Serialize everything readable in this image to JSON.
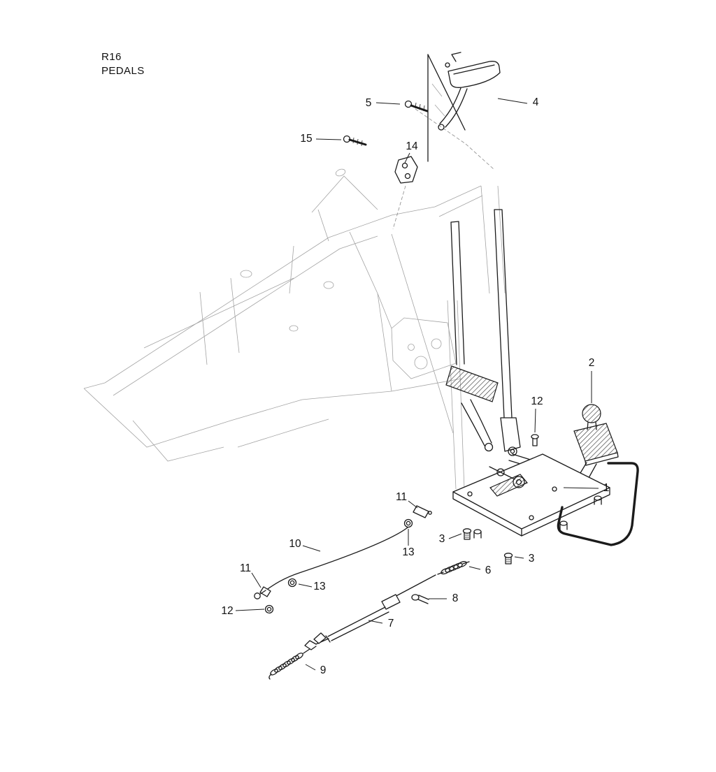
{
  "header": {
    "model": "R16",
    "title": "PEDALS"
  },
  "callouts": [
    {
      "label": "5"
    },
    {
      "label": "4"
    },
    {
      "label": "15"
    },
    {
      "label": "14"
    },
    {
      "label": "2"
    },
    {
      "label": "12"
    },
    {
      "label": "1"
    },
    {
      "label": "11"
    },
    {
      "label": "3"
    },
    {
      "label": "10"
    },
    {
      "label": "13"
    },
    {
      "label": "3"
    },
    {
      "label": "6"
    },
    {
      "label": "11"
    },
    {
      "label": "13"
    },
    {
      "label": "8"
    },
    {
      "label": "12"
    },
    {
      "label": "7"
    },
    {
      "label": "9"
    }
  ],
  "colors": {
    "line": "#1b1b1b",
    "sketch": "#a3a3a3",
    "background": "#ffffff"
  }
}
